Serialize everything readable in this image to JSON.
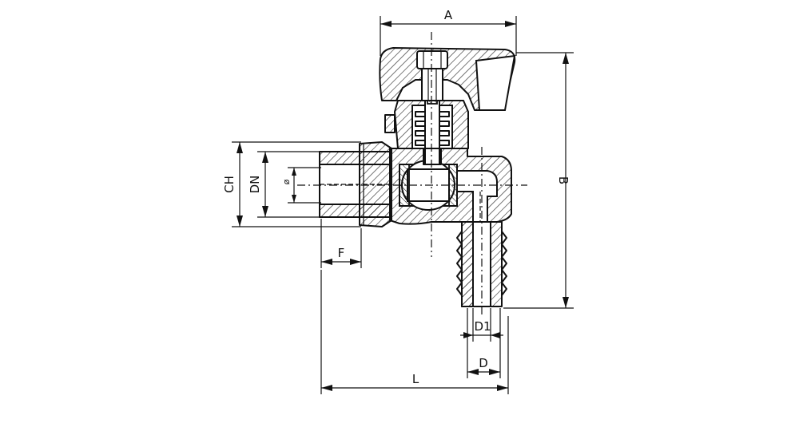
{
  "labels": {
    "A": "A",
    "B": "B",
    "CH": "CH",
    "DN": "DN",
    "phi": "ø",
    "F": "F",
    "L": "L",
    "D1": "D1",
    "D": "D"
  }
}
